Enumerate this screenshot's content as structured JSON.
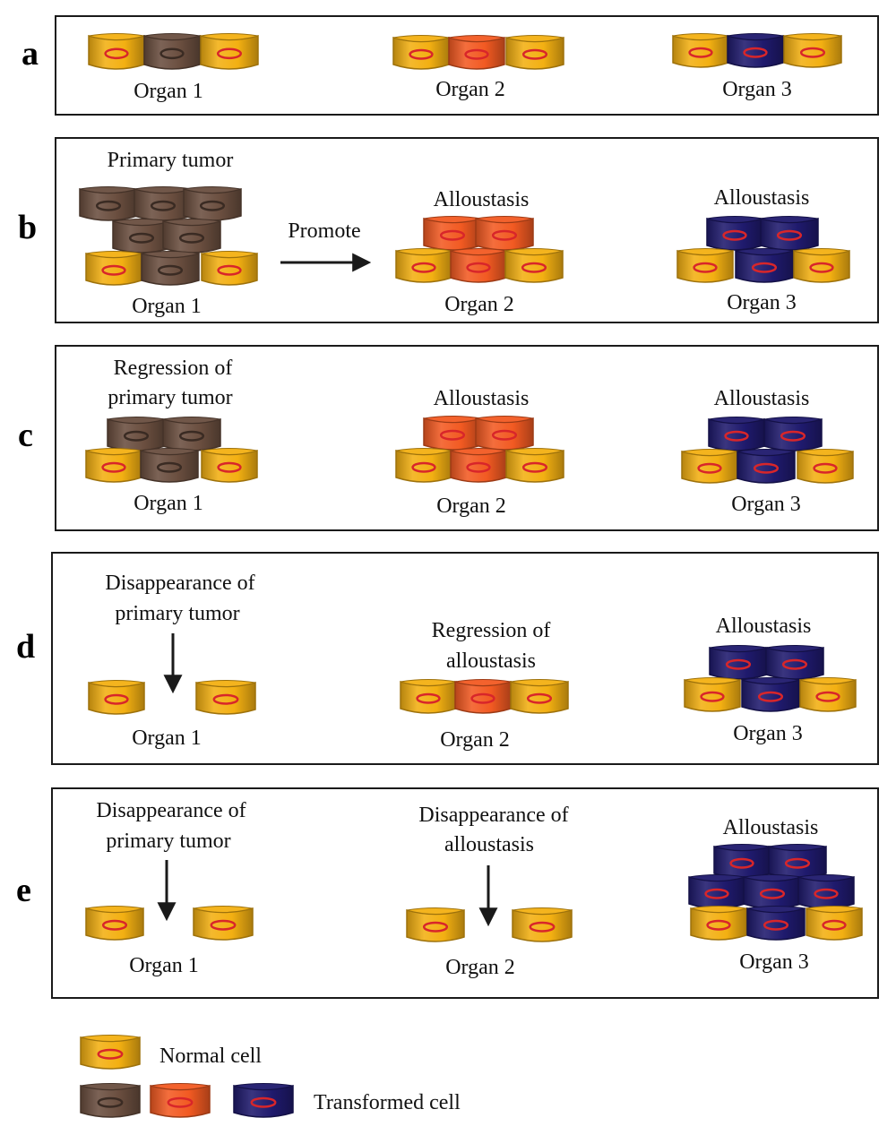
{
  "colors": {
    "normal": "#f3b012",
    "brown": "#6a4e3f",
    "orange": "#f25a22",
    "navy": "#1f1a6d",
    "nucleus": "#d8262a",
    "frame": "#1a1a1a"
  },
  "panels": [
    {
      "letter": "a",
      "organs": [
        {
          "label": "Organ 1"
        },
        {
          "label": "Organ 2"
        },
        {
          "label": "Organ 3"
        }
      ]
    },
    {
      "letter": "b",
      "arrow_label": "Promote",
      "organs": [
        {
          "label": "Organ 1",
          "caption": "Primary tumor"
        },
        {
          "label": "Organ 2",
          "caption": "Alloustasis"
        },
        {
          "label": "Organ 3",
          "caption": "Alloustasis"
        }
      ]
    },
    {
      "letter": "c",
      "organs": [
        {
          "label": "Organ 1",
          "caption": [
            "Regression of",
            "primary tumor"
          ]
        },
        {
          "label": "Organ 2",
          "caption": "Alloustasis"
        },
        {
          "label": "Organ 3",
          "caption": "Alloustasis"
        }
      ]
    },
    {
      "letter": "d",
      "organs": [
        {
          "label": "Organ 1",
          "caption": [
            "Disappearance of",
            "primary tumor"
          ]
        },
        {
          "label": "Organ 2",
          "caption": [
            "Regression of",
            "alloustasis"
          ]
        },
        {
          "label": "Organ 3",
          "caption": "Alloustasis"
        }
      ]
    },
    {
      "letter": "e",
      "organs": [
        {
          "label": "Organ 1",
          "caption": [
            "Disappearance of",
            "primary tumor"
          ]
        },
        {
          "label": "Organ 2",
          "caption": [
            "Disappearance of",
            "alloustasis"
          ]
        },
        {
          "label": "Organ 3",
          "caption": "Alloustasis"
        }
      ]
    }
  ],
  "legend": {
    "normal_label": "Normal cell",
    "transformed_label": "Transformed cell"
  }
}
